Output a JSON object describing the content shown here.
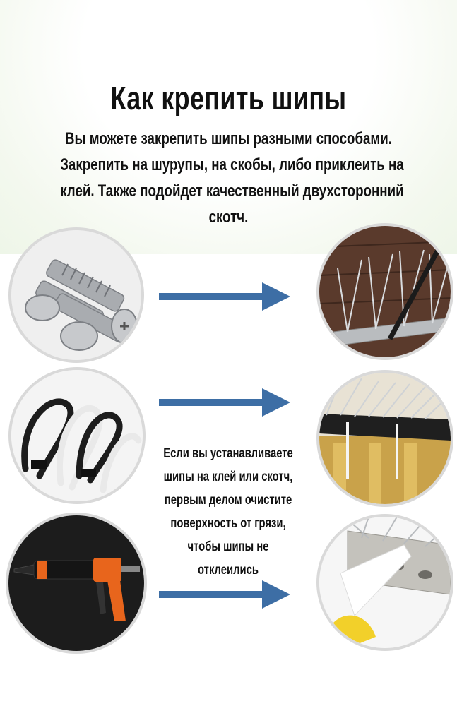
{
  "title": "Как крепить шипы",
  "intro_lines": [
    "Вы можете закрепить шипы разными способами.",
    "Закрепить на шурупы, на скобы, либо приклеить на",
    "клей. Также подойдет качественный двухсторонний",
    "скотч."
  ],
  "note_lines": [
    "Если вы устанавливаете",
    "шипы на клей или скотч,",
    "первым делом очистите",
    "поверхность от грязи,",
    "чтобы шипы не",
    "отклеились"
  ],
  "colors": {
    "arrow": "#3d6ea5",
    "text": "#111111"
  },
  "icons": [
    "screws-icon",
    "cable-ties-icon",
    "glue-gun-icon",
    "spikes-on-wood-icon",
    "spikes-on-fence-icon",
    "spikes-with-glue-icon",
    "right-arrow-icon"
  ]
}
